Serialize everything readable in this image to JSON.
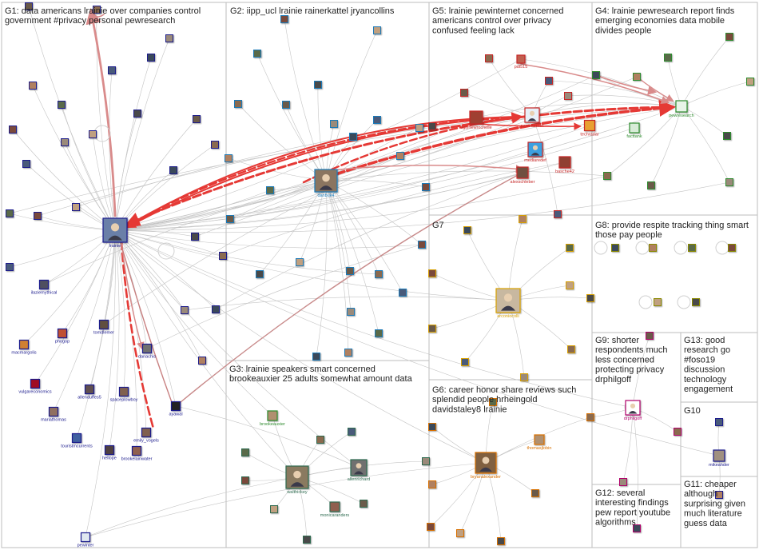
{
  "groups": [
    {
      "id": "g1",
      "title_lines": [
        "G1: data americans lrainie over companies control",
        "government #privacy personal pewresearch"
      ]
    },
    {
      "id": "g2",
      "title_lines": [
        "G2: iipp_ucl lrainie rainerkattel jryancollins"
      ]
    },
    {
      "id": "g5",
      "title_lines": [
        "G5: lrainie pewinternet concerned",
        "americans control over privacy",
        "confused feeling lack"
      ]
    },
    {
      "id": "g4",
      "title_lines": [
        "G4: lrainie pewresearch report finds",
        "emerging economies data mobile",
        "divides people"
      ]
    },
    {
      "id": "g7",
      "title_lines": [
        "G7"
      ]
    },
    {
      "id": "g8",
      "title_lines": [
        "G8: provide respite tracking thing smart",
        "those pay people"
      ]
    },
    {
      "id": "g3",
      "title_lines": [
        "G3: lrainie speakers smart concerned",
        "brookeauxier 25 adults somewhat amount data"
      ]
    },
    {
      "id": "g6",
      "title_lines": [
        "G6: career honor share reviews such",
        "splendid people hrheingold",
        "davidstaley8 lrainie"
      ]
    },
    {
      "id": "g9",
      "title_lines": [
        "G9: shorter",
        "respondents much",
        "less concerned",
        "protecting privacy",
        "drphilgoff"
      ]
    },
    {
      "id": "g13",
      "title_lines": [
        "G13: good",
        "research go",
        "#foso19",
        "discussion",
        "technology",
        "engagement"
      ]
    },
    {
      "id": "g10",
      "title_lines": [
        "G10"
      ]
    },
    {
      "id": "g11",
      "title_lines": [
        "G11: cheaper",
        "although",
        "surprising given",
        "much literature",
        "guess data"
      ]
    },
    {
      "id": "g12",
      "title_lines": [
        "G12: several",
        "interesting findings",
        "pew report youtube",
        "algorithms"
      ]
    }
  ],
  "labeled_nodes": [
    {
      "id": "lrainie",
      "label": "lrainie",
      "color": "#1a1a8c",
      "fill": "#6a7fa8"
    },
    {
      "id": "danbuk4",
      "label": "danbuk4",
      "color": "#1a7ab8",
      "fill": "#8a7560"
    },
    {
      "id": "uglynewrochelle",
      "label": "uglynewrochelle",
      "color": "#c62828",
      "fill": "#a04030"
    },
    {
      "id": "pewinternet",
      "label": "pewinternet",
      "color": "#c62828",
      "fill": "#e8f0f8"
    },
    {
      "id": "techradar",
      "label": "techradar",
      "color": "#c62828",
      "fill": "#e8a030"
    },
    {
      "id": "pewresearch",
      "label": "pewresearch",
      "color": "#2e8b2e",
      "fill": "#e8f4e8"
    },
    {
      "id": "facttank",
      "label": "facttank",
      "color": "#2e8b2e",
      "fill": "#d8ecd8"
    },
    {
      "id": "pdl515",
      "label": "pdl515",
      "color": "#c62828",
      "fill": "#c06050"
    },
    {
      "id": "mediaredef",
      "label": "mediaredef",
      "color": "#c62828",
      "fill": "#3aa0e0"
    },
    {
      "id": "basche42",
      "label": "basche42",
      "color": "#c62828",
      "fill": "#904030"
    },
    {
      "id": "alexschleber",
      "label": "alexschleber",
      "color": "#c62828",
      "fill": "#705040"
    },
    {
      "id": "arconiocolli",
      "label": "arconiocolli",
      "color": "#d8a000",
      "fill": "#c8b8a0"
    },
    {
      "id": "drphilgoff",
      "label": "drphilgoff",
      "color": "#b0006a",
      "fill": "#ffffff"
    },
    {
      "id": "mikeahder",
      "label": "mikeahder",
      "color": "#1a1a8c",
      "fill": "#a09080"
    },
    {
      "id": "brookeauxier",
      "label": "brookeauxier",
      "color": "#2e8b2e",
      "fill": "#b09070"
    },
    {
      "id": "walthickey",
      "label": "walthickey",
      "color": "#2e6b50",
      "fill": "#8a7a60"
    },
    {
      "id": "allenrichard",
      "label": "allenrichard",
      "color": "#2e6b50",
      "fill": "#707070"
    },
    {
      "id": "monicaranders",
      "label": "monicaranders",
      "color": "#2e6b50",
      "fill": "#906050"
    },
    {
      "id": "bryanalexander",
      "label": "bryanalexander",
      "color": "#d87000",
      "fill": "#806040"
    },
    {
      "id": "thomasjlobin",
      "label": "thomasjlobin",
      "color": "#d87000",
      "fill": "#b09070"
    },
    {
      "id": "ilaziemythical",
      "label": "ilaziemythical",
      "color": "#1a1a8c",
      "fill": "#505060"
    },
    {
      "id": "phogop",
      "label": "phogop",
      "color": "#1a1a8c",
      "fill": "#c05030"
    },
    {
      "id": "tomdlemer",
      "label": "tomdlemer",
      "color": "#1a1a8c",
      "fill": "#605040"
    },
    {
      "id": "macmargolis",
      "label": "macmargolis",
      "color": "#1a1a8c",
      "fill": "#d08030"
    },
    {
      "id": "danachis",
      "label": "danachis",
      "color": "#1a1a8c",
      "fill": "#707070"
    },
    {
      "id": "vulgareconomics",
      "label": "vulgareconomics",
      "color": "#1a1a8c",
      "fill": "#a01020"
    },
    {
      "id": "allenduffes5",
      "label": "allenduffes5",
      "color": "#1a1a8c",
      "fill": "#605050"
    },
    {
      "id": "spaceplowboy",
      "label": "spaceplowboy",
      "color": "#1a1a8c",
      "fill": "#806050"
    },
    {
      "id": "ayawal",
      "label": "ayawal",
      "color": "#1a1a8c",
      "fill": "#202020"
    },
    {
      "id": "mariathomas",
      "label": "mariathomas",
      "color": "#1a1a8c",
      "fill": "#907060"
    },
    {
      "id": "touristmcurrents",
      "label": "touristmcurrents",
      "color": "#1a1a8c",
      "fill": "#4060a0"
    },
    {
      "id": "emily_vogels",
      "label": "emily_vogels",
      "color": "#1a1a8c",
      "fill": "#806050"
    },
    {
      "id": "hellope",
      "label": "hellope",
      "color": "#1a1a8c",
      "fill": "#504040"
    },
    {
      "id": "brookelainwater",
      "label": "brookelainwater",
      "color": "#1a1a8c",
      "fill": "#906050"
    },
    {
      "id": "pewinter",
      "label": "pewinter",
      "color": "#1a1a8c",
      "fill": "#e0e8f0"
    }
  ],
  "colors": {
    "edge_gray": "#c4c4c4",
    "edge_red": "#e53935",
    "edge_pink": "#d98b8b",
    "group_border": "#bdbdbd"
  }
}
